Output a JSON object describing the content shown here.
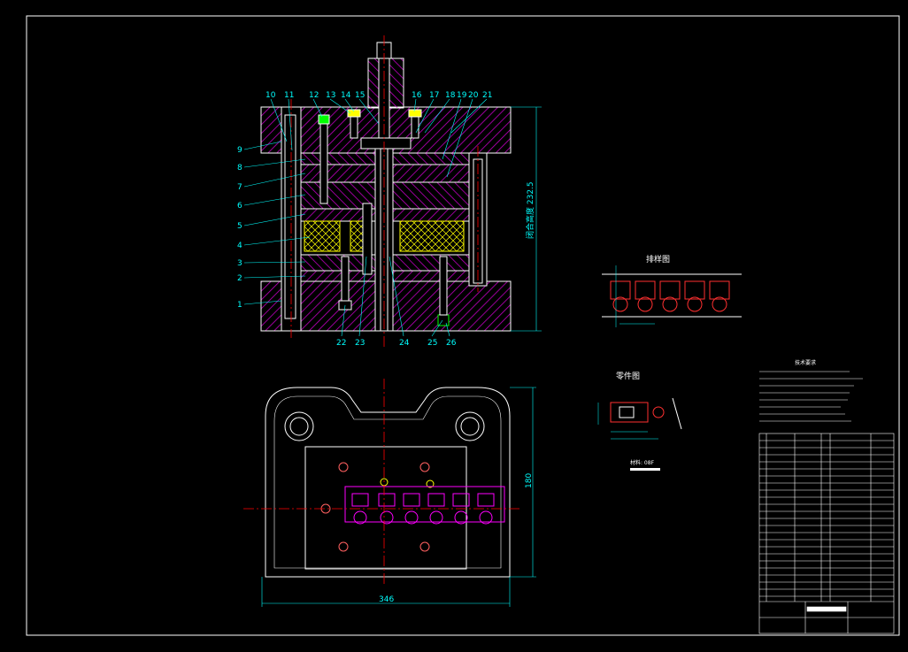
{
  "colors": {
    "background": "#000000",
    "frame": "#ffffff",
    "hatch": "#c000c0",
    "outline": "#ffffff",
    "centerline": "#ff0000",
    "leader": "#00ffff",
    "dimension": "#00ffff",
    "green": "#00ff00",
    "yellow": "#ffff00",
    "magenta": "#ff00ff"
  },
  "section_view": {
    "callouts_top": [
      "10",
      "11",
      "12",
      "13",
      "14",
      "15",
      "16",
      "17",
      "18",
      "19",
      "20",
      "21"
    ],
    "callouts_left": [
      "9",
      "8",
      "7",
      "6",
      "5",
      "4",
      "3",
      "2",
      "1"
    ],
    "callouts_bottom": [
      "22",
      "23",
      "24",
      "25",
      "26"
    ],
    "height_dim": "闭合高度 232.5"
  },
  "plan_view": {
    "width_dim": "346",
    "height_dim": "180"
  },
  "strip_layout": {
    "title": "排样图"
  },
  "part_drawing": {
    "title": "零件图",
    "material": "材料: 08F"
  },
  "notes": {
    "title": "技术要求"
  }
}
